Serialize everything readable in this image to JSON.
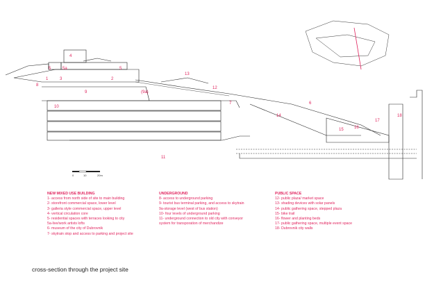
{
  "legend": {
    "building": {
      "heading": "NEW MIXED USE BUILDING",
      "items": [
        "1- access from north side of site to main building",
        "2- storefront commercial space, lower level",
        "3- galleria style commercial space, upper level",
        "4- vertical circulation core",
        "5- residential spaces with terraces looking to city",
        "5a-live/work artists lofts",
        "6- museum of the city of Dubrovnik",
        "7- skytrain stop and access to parking and project site"
      ]
    },
    "underground": {
      "heading": "UNDERGROUND",
      "items": [
        "8- access to underground parking",
        "9- tourist bus terminal parking, and access to skytrain",
        "9a-storage level (west of bus station)",
        "10- four levels of underground parking",
        "11- underground connection to old city with conveyor",
        "system for transporation of merchandize"
      ]
    },
    "public_space": {
      "heading": "PUBLIC SPACE",
      "items": [
        "12- public plaza/ market space",
        "13- shading devices with solar panels",
        "14- public gathering space, stepped plaza",
        "15- bike trail",
        "16- flower and planting beds",
        "17- public gathering space, multiple event space",
        "18- Dubrovnik city walls"
      ]
    }
  },
  "section_numbers": [
    "1",
    "2",
    "3",
    "4",
    "5",
    "5a",
    "5",
    "6",
    "7",
    "8",
    "9",
    "(9a)",
    "10",
    "11",
    "12",
    "13",
    "14",
    "15",
    "16",
    "17",
    "18"
  ],
  "scale_bar": {
    "labels": [
      "0",
      "10",
      "20m"
    ]
  },
  "caption": "cross-section through the project site",
  "colors": {
    "accent": "#e0245e",
    "line": "#222222"
  }
}
